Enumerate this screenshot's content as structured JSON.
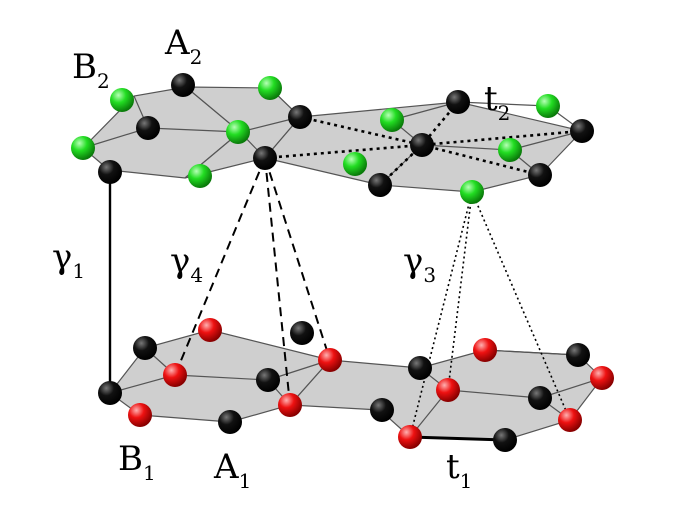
{
  "labels": {
    "B2": {
      "main": "B",
      "sub": "2"
    },
    "A2": {
      "main": "A",
      "sub": "2"
    },
    "t2": {
      "main": "t",
      "sub": "2"
    },
    "gamma1": {
      "main": "γ",
      "sub": "1"
    },
    "gamma4": {
      "main": "γ",
      "sub": "4"
    },
    "gamma3": {
      "main": "γ",
      "sub": "3"
    },
    "B1": {
      "main": "B",
      "sub": "1"
    },
    "A1": {
      "main": "A",
      "sub": "1"
    },
    "t1": {
      "main": "t",
      "sub": "1"
    }
  },
  "colors": {
    "plane_fill": "#cfcfcf",
    "bond": "#555555",
    "atom_green": "#22dd22",
    "atom_red": "#ee1111",
    "atom_black": "#111111"
  }
}
